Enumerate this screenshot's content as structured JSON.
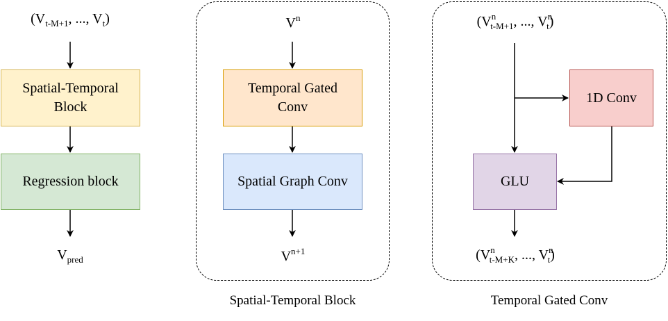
{
  "colors": {
    "spatial_temporal_fill": "#fff2cc",
    "spatial_temporal_border": "#d6b656",
    "regression_fill": "#d5e8d4",
    "regression_border": "#82b366",
    "temporal_gated_fill": "#ffe6cc",
    "temporal_gated_border": "#d79b00",
    "spatial_graph_fill": "#dae8fc",
    "spatial_graph_border": "#6c8ebf",
    "conv1d_fill": "#f8cecc",
    "conv1d_border": "#b85450",
    "glu_fill": "#e1d5e7",
    "glu_border": "#9673a6"
  },
  "left": {
    "input": {
      "v": "(V",
      "sub": "t-M+1",
      "mid": ", ..., V",
      "sub2": "t",
      "end": ")"
    },
    "spatial_temporal_block": "Spatial-Temporal Block",
    "regression_block": "Regression block",
    "output": {
      "v": "V",
      "sub": "pred"
    }
  },
  "middle": {
    "input": {
      "v": "V",
      "sup": "n"
    },
    "temporal_gated_conv": "Temporal Gated Conv",
    "spatial_graph_conv": "Spatial Graph Conv",
    "output": {
      "v": "V",
      "sup": "n+1"
    },
    "caption": "Spatial-Temporal Block"
  },
  "right": {
    "input": {
      "open": "(V",
      "sup": "n",
      "sub": "t-M+1",
      "mid": ", ..., V",
      "sup2": "n",
      "sub2": "t",
      "end": ")"
    },
    "conv1d": "1D Conv",
    "glu": "GLU",
    "output": {
      "open": "(V",
      "sup": "n",
      "sub": "t-M+K",
      "mid": ", ..., V",
      "sup2": "n",
      "sub2": "t",
      "end": ")"
    },
    "caption": "Temporal Gated Conv"
  }
}
